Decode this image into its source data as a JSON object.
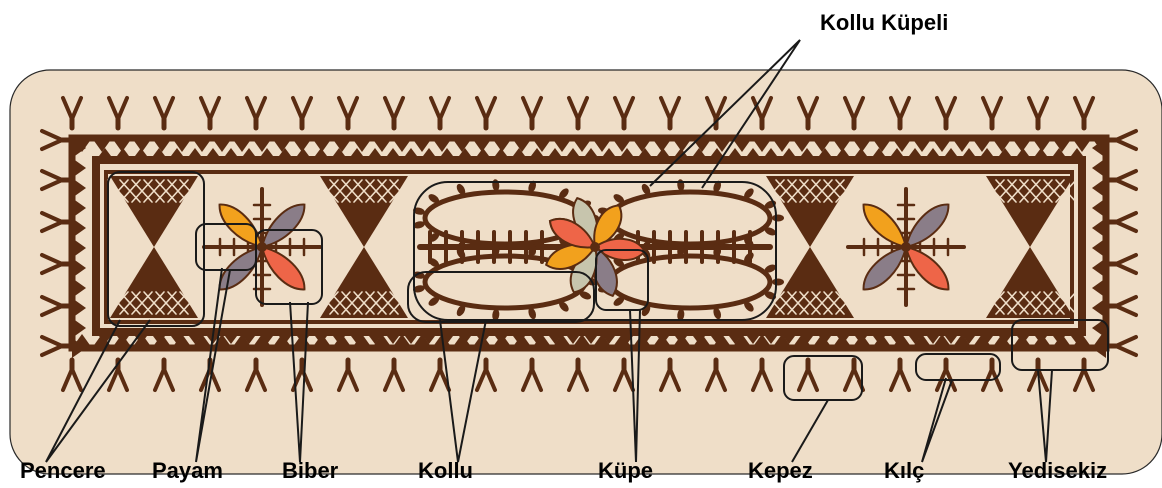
{
  "labels": {
    "kollu_kupeli": "Kollu Küpeli",
    "pencere": "Pencere",
    "payam": "Payam",
    "biber": "Biber",
    "kollu": "Kollu",
    "kupe": "Küpe",
    "kepez": "Kepez",
    "kilic": "Kılç",
    "yedisekiz": "Yedisekiz"
  },
  "colors": {
    "background": "#efdec8",
    "motif": "#5a2c12",
    "petal_orange": "#f2a11d",
    "petal_red": "#ee6548",
    "petal_grey": "#8a7d88",
    "petal_sage": "#c7c5ad",
    "callout": "#1a1a1a"
  }
}
